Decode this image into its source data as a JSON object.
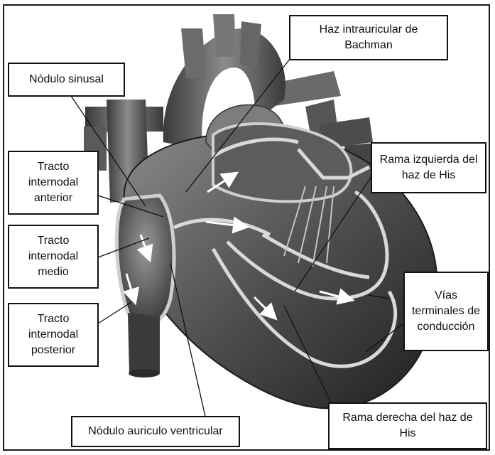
{
  "labels": {
    "bachman": "Haz intrauricular de Bachman",
    "sinusal": "Nódulo sinusal",
    "anterior": "Tracto internodal anterior",
    "medio": "Tracto internodal medio",
    "posterior": "Tracto internodal posterior",
    "rama_izquierda": "Rama izquierda del haz de His",
    "vias_terminales": "Vías terminales de conducción",
    "auriculo_ventricular": "Nódulo auriculo ventricular",
    "rama_derecha": "Rama derecha del haz de His"
  },
  "colors": {
    "heart_dark": "#2b2b2b",
    "heart_mid": "#6e6e6e",
    "heart_light": "#b8b8b8",
    "pathway": "#d9d9d9",
    "arrow": "#ffffff"
  }
}
